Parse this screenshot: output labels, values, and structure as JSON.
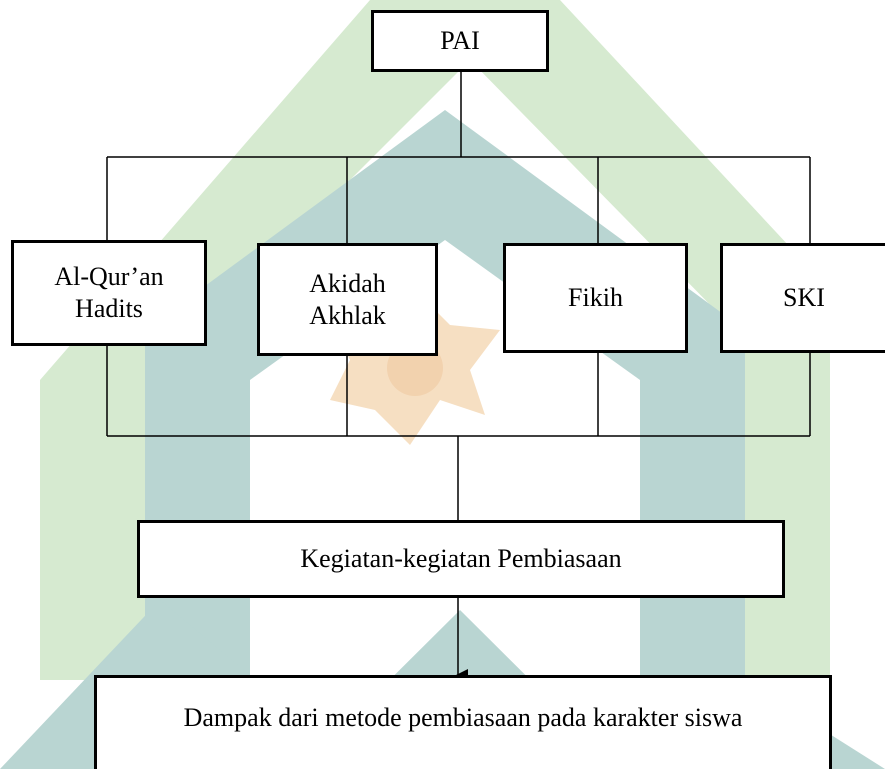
{
  "diagram": {
    "root": {
      "label": "PAI"
    },
    "subjects": [
      {
        "id": "quran",
        "lines": [
          "Al-Qur’an",
          "Hadits"
        ]
      },
      {
        "id": "akidah",
        "lines": [
          "Akidah",
          "Akhlak"
        ]
      },
      {
        "id": "fikih",
        "lines": [
          "Fikih"
        ]
      },
      {
        "id": "ski",
        "lines": [
          "SKI"
        ]
      }
    ],
    "activities": {
      "label": "Kegiatan-kegiatan Pembiasaan"
    },
    "impact": {
      "label": "Dampak dari metode pembiasaan pada karakter siswa"
    }
  },
  "watermark": {
    "green_color": "#d6ead0",
    "teal_color": "#b9d5d2",
    "star_color": "#f6dfc2",
    "star_center_color": "#f2d2ae"
  },
  "line_color": "#000000",
  "box_border_color": "#000000"
}
